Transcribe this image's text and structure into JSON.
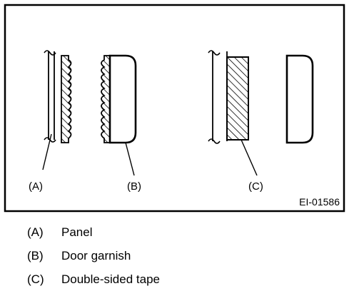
{
  "diagram": {
    "callouts": {
      "a": "(A)",
      "b": "(B)",
      "c": "(C)"
    },
    "figure_id": "EI-01586"
  },
  "legend": [
    {
      "letter": "(A)",
      "text": "Panel"
    },
    {
      "letter": "(B)",
      "text": "Door garnish"
    },
    {
      "letter": "(C)",
      "text": "Double-sided tape"
    }
  ]
}
